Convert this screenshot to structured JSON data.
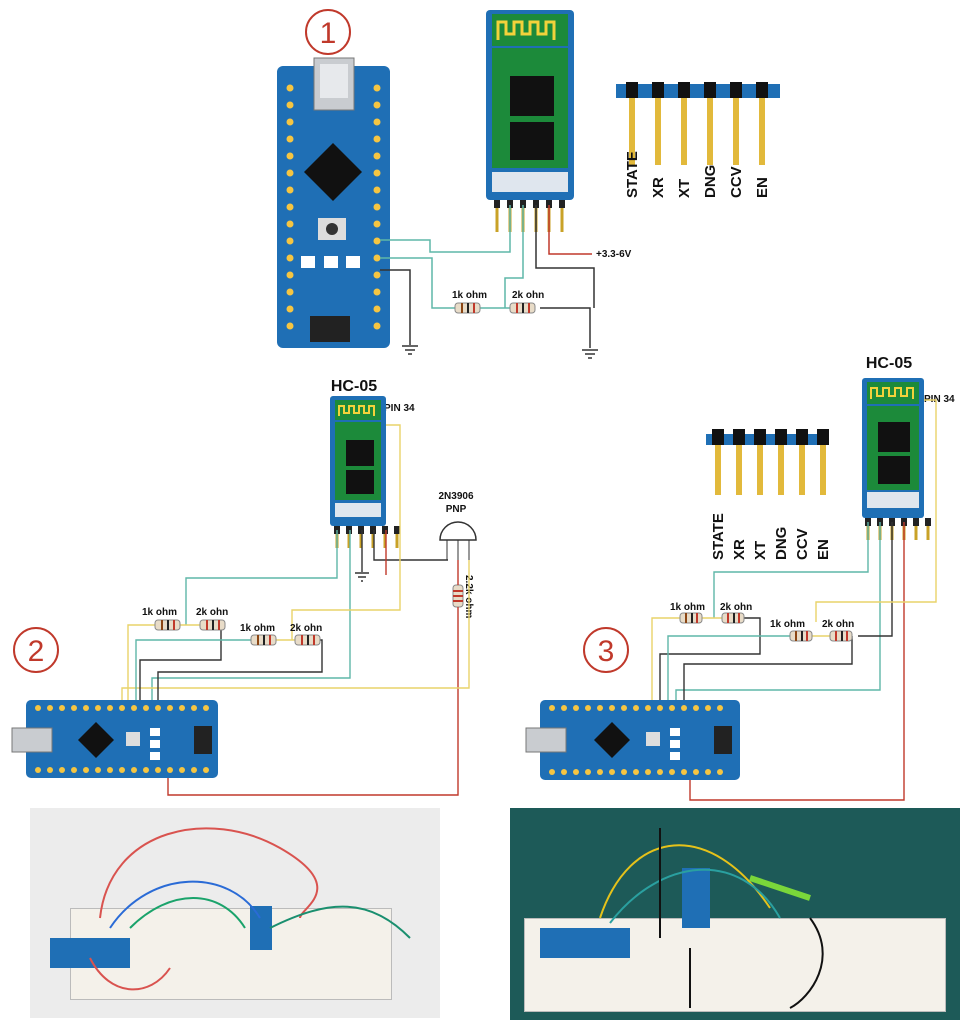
{
  "diagram1": {
    "number": "1",
    "supply_label": "+3.3-6V",
    "resistor1": "1k ohm",
    "resistor2": "2k ohn"
  },
  "pinout": {
    "pins": [
      "STATE",
      "XR",
      "XT",
      "DNG",
      "CCV",
      "EN"
    ]
  },
  "diagram2": {
    "number": "2",
    "module_title": "HC-05",
    "pin_label": "PIN 34",
    "transistor_label_1": "2N3906",
    "transistor_label_2": "PNP",
    "resistor_base": "2.2k ohm",
    "resistor_a1": "1k ohm",
    "resistor_a2": "2k ohn",
    "resistor_b1": "1k ohm",
    "resistor_b2": "2k ohn"
  },
  "diagram3": {
    "number": "3",
    "module_title": "HC-05",
    "pin_label": "PIN 34",
    "resistor_a1": "1k ohm",
    "resistor_a2": "2k ohn",
    "resistor_b1": "1k ohm",
    "resistor_b2": "2k ohn"
  },
  "colors": {
    "board_blue": "#1f6fb5",
    "module_green": "#1c8a3a",
    "wire_teal": "#5fb7a8",
    "wire_yellow": "#e9d36a",
    "wire_red": "#c0392b",
    "wire_dark": "#333333",
    "number_red": "#c0392b"
  }
}
